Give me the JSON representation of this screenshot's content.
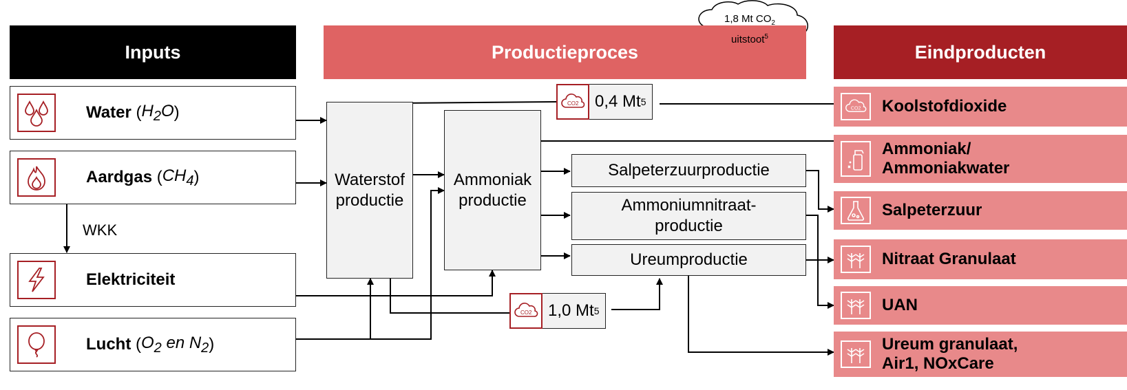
{
  "headers": {
    "inputs": "Inputs",
    "process": "Productieproces",
    "outputs": "Eindproducten"
  },
  "cloud": {
    "line1": "1,8 Mt CO",
    "line1_sub": "2",
    "line2": "uitstoot",
    "line2_sup": "5"
  },
  "inputs": {
    "water": {
      "name": "Water",
      "formula_pre": "H",
      "formula_sub": "2",
      "formula_post": "O"
    },
    "aardgas": {
      "name": "Aardgas",
      "formula_pre": "CH",
      "formula_sub": "4"
    },
    "elektriciteit": {
      "name": "Elektriciteit"
    },
    "lucht": {
      "name": "Lucht",
      "f1": "O",
      "f1_sub": "2",
      "f_mid": " en N",
      "f2_sub": "2"
    }
  },
  "wkk": "WKK",
  "process": {
    "waterstof": {
      "line1": "Waterstof",
      "line2": "productie"
    },
    "ammoniak": {
      "line1": "Ammoniak",
      "line2": "productie"
    },
    "salpeterzuur": "Salpeterzuurproductie",
    "ammoniumnitraat": {
      "line1": "Ammoniumnitraat-",
      "line2": "productie"
    },
    "ureum": "Ureumproductie"
  },
  "emissions": {
    "top": {
      "value": "0,4 Mt",
      "sup": "5"
    },
    "bottom": {
      "value": "1,0 Mt",
      "sup": "5"
    },
    "icon_text": "CO2"
  },
  "products": [
    {
      "line1": "Koolstofdioxide",
      "line2": "",
      "icon": "co2-cloud-icon"
    },
    {
      "line1": "Ammoniak/",
      "line2": "Ammoniakwater",
      "icon": "spray-bottle-icon"
    },
    {
      "line1": "Salpeterzuur",
      "line2": "",
      "icon": "flask-icon"
    },
    {
      "line1": "Nitraat Granulaat",
      "line2": "",
      "icon": "plant-icon"
    },
    {
      "line1": "UAN",
      "line2": "",
      "icon": "plant-icon"
    },
    {
      "line1": "Ureum granulaat,",
      "line2": "Air1, NOxCare",
      "icon": "plant-icon"
    }
  ],
  "colors": {
    "dark_red": "#a61f24",
    "mid_red": "#df6363",
    "light_red": "#e8898a",
    "process_fill": "#f2f2f2"
  }
}
